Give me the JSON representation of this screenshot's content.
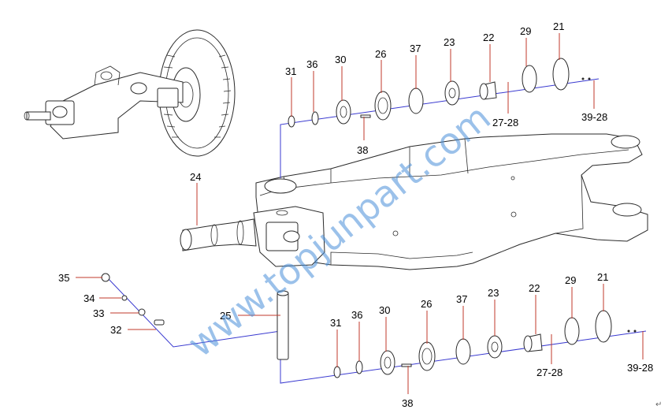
{
  "watermark": "www.topjunpart.com",
  "corner_mark": "↵",
  "labels": {
    "top": [
      {
        "id": "31a",
        "text": "31"
      },
      {
        "id": "36a",
        "text": "36"
      },
      {
        "id": "30a",
        "text": "30"
      },
      {
        "id": "26a",
        "text": "26"
      },
      {
        "id": "37a",
        "text": "37"
      },
      {
        "id": "23a",
        "text": "23"
      },
      {
        "id": "22a",
        "text": "22"
      },
      {
        "id": "29a",
        "text": "29"
      },
      {
        "id": "21a",
        "text": "21"
      },
      {
        "id": "27-28a",
        "text": "27-28"
      },
      {
        "id": "39-28a",
        "text": "39-28"
      },
      {
        "id": "38a",
        "text": "38"
      },
      {
        "id": "24",
        "text": "24"
      }
    ],
    "bottom": [
      {
        "id": "35",
        "text": "35"
      },
      {
        "id": "34",
        "text": "34"
      },
      {
        "id": "33",
        "text": "33"
      },
      {
        "id": "32",
        "text": "32"
      },
      {
        "id": "25",
        "text": "25"
      },
      {
        "id": "31b",
        "text": "31"
      },
      {
        "id": "36b",
        "text": "36"
      },
      {
        "id": "30b",
        "text": "30"
      },
      {
        "id": "26b",
        "text": "26"
      },
      {
        "id": "37b",
        "text": "37"
      },
      {
        "id": "23b",
        "text": "23"
      },
      {
        "id": "22b",
        "text": "22"
      },
      {
        "id": "29b",
        "text": "29"
      },
      {
        "id": "21b",
        "text": "21"
      },
      {
        "id": "27-28b",
        "text": "27-28"
      },
      {
        "id": "39-28b",
        "text": "39-28"
      },
      {
        "id": "38b",
        "text": "38"
      }
    ]
  },
  "colors": {
    "line": "#2a2a2a",
    "leader": "#c0392b",
    "axis": "#3a3ad0",
    "watermark": "#4a90d9"
  }
}
